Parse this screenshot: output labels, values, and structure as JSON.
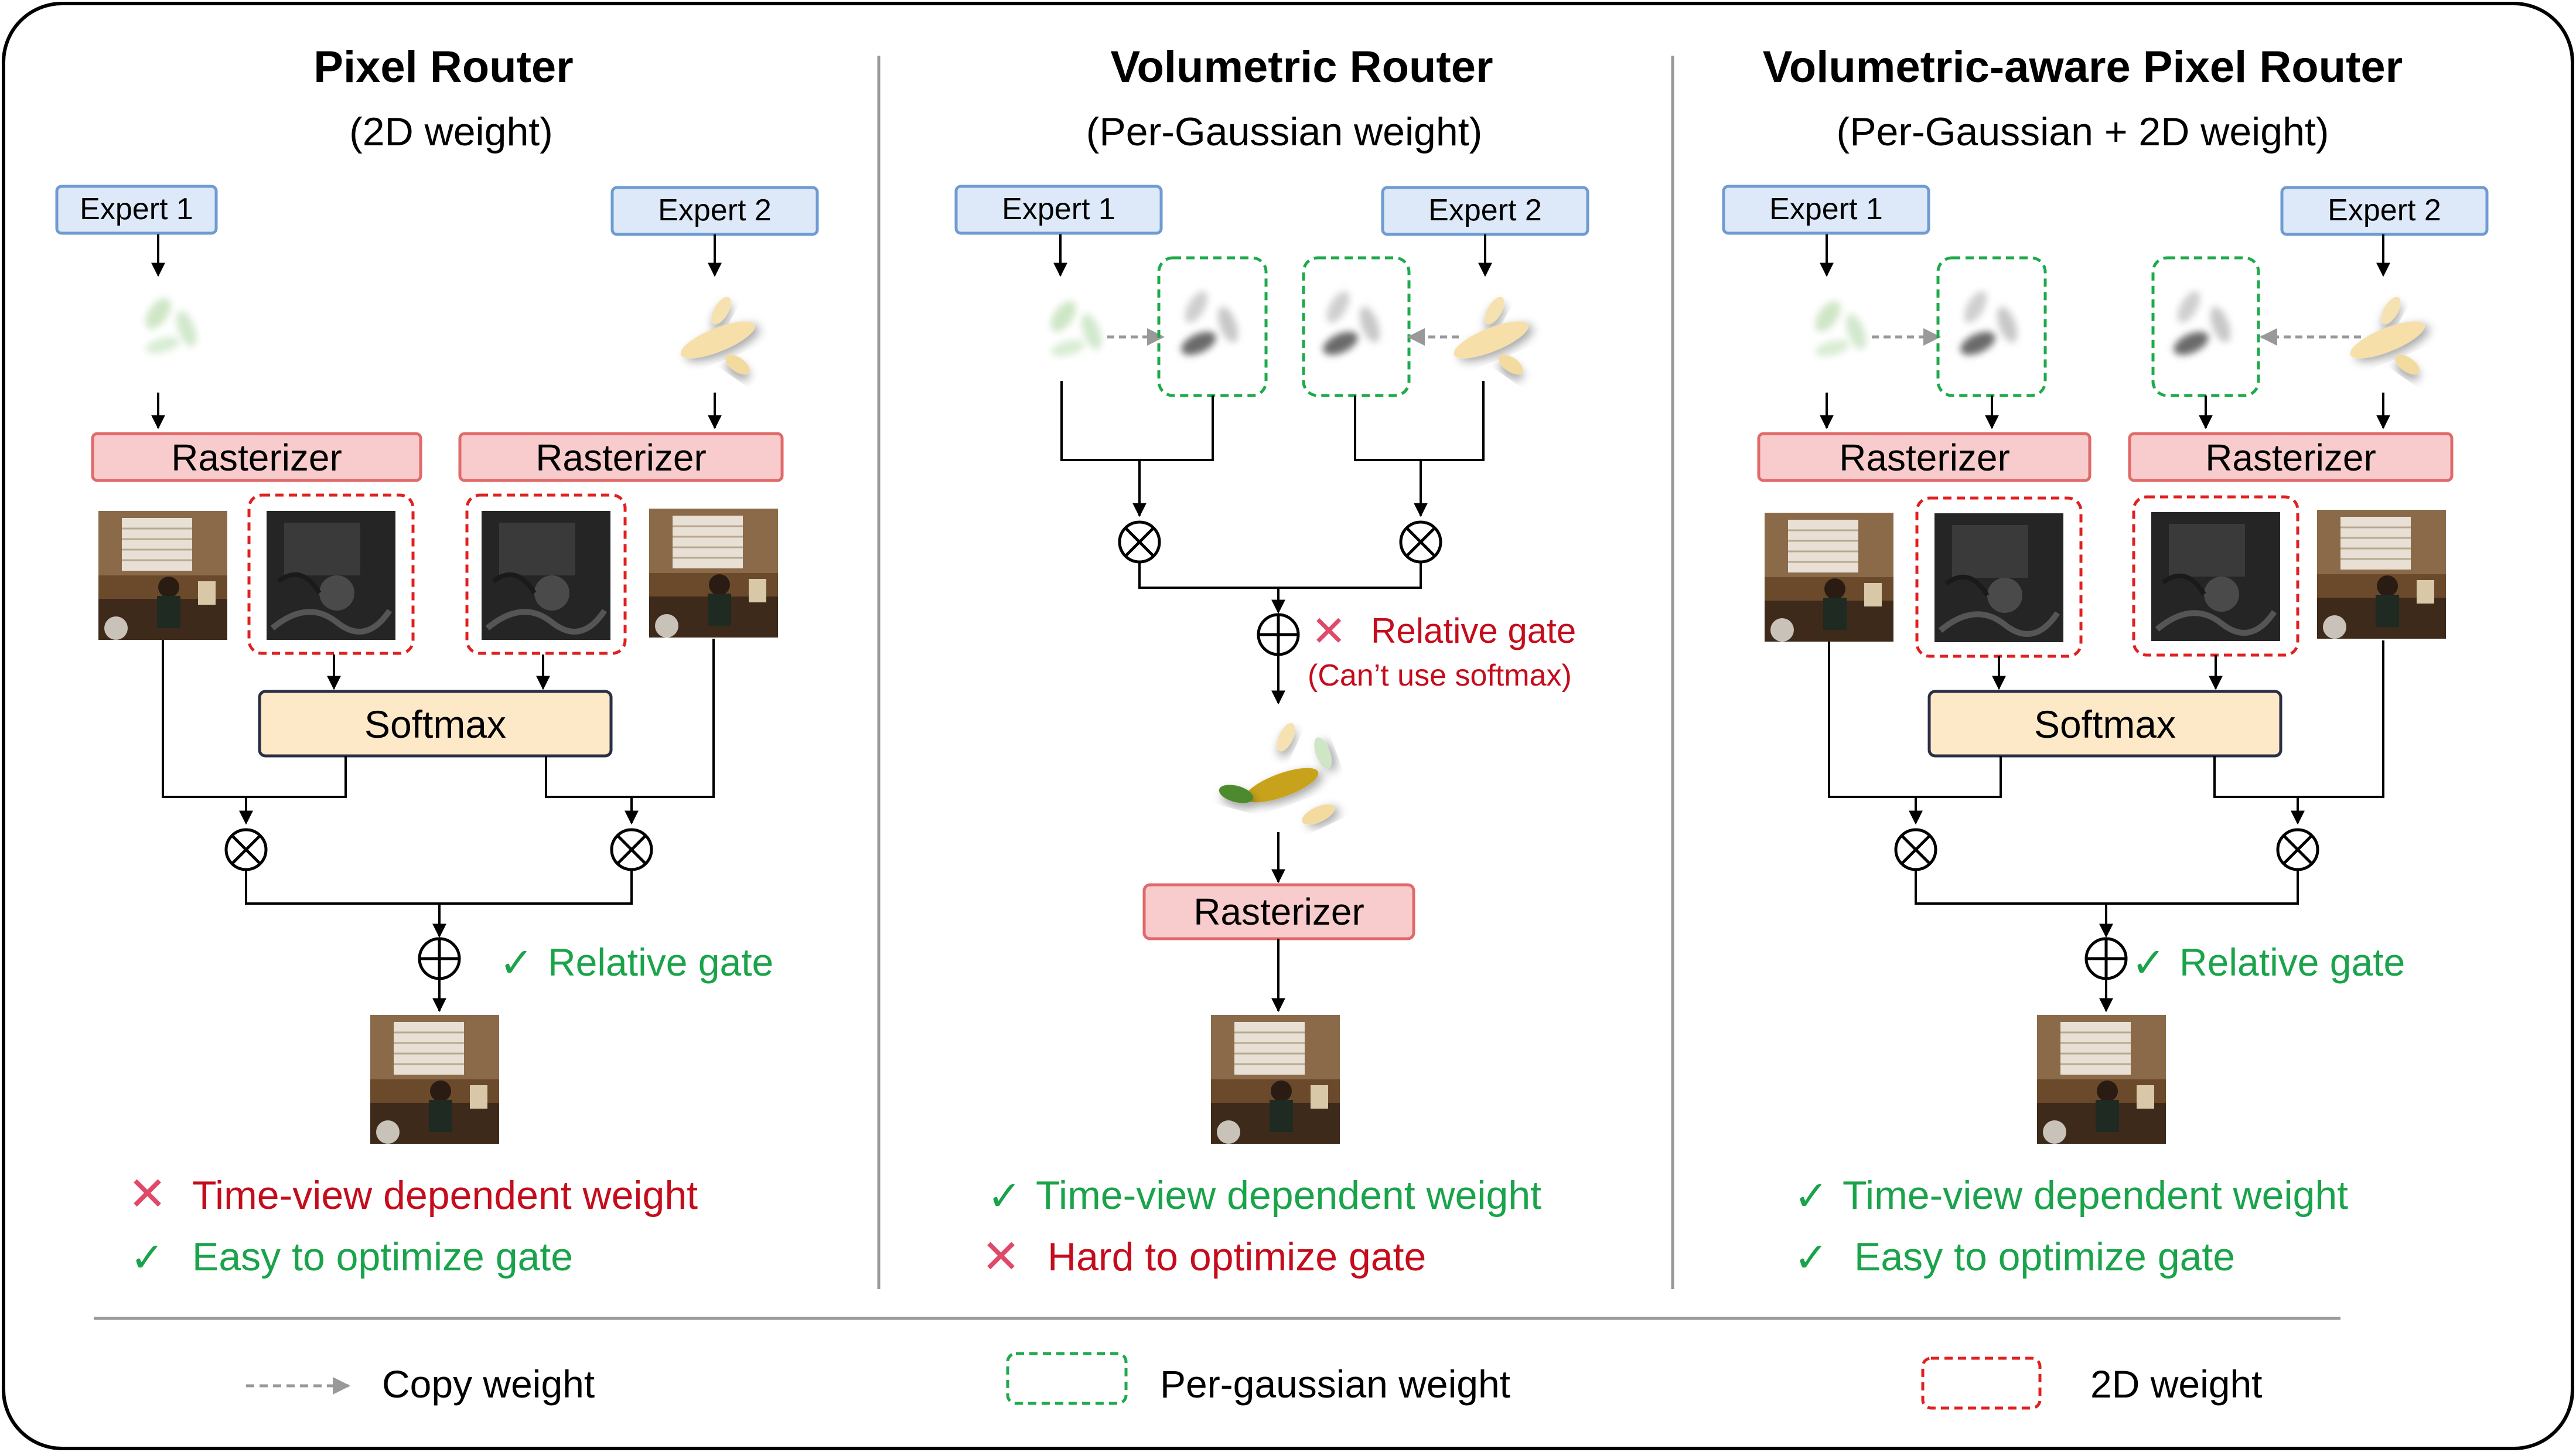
{
  "panels": [
    {
      "title": "Pixel Router",
      "subtitle": "(2D weight)",
      "expert1": "Expert 1",
      "expert2": "Expert 2",
      "rasterizer": "Rasterizer",
      "softmax": "Softmax",
      "gate_note": "Relative gate",
      "pros_cons": [
        {
          "mark": "cross",
          "text": "Time-view dependent weight"
        },
        {
          "mark": "check",
          "text": "Easy to optimize gate"
        }
      ]
    },
    {
      "title": "Volumetric Router",
      "subtitle": "(Per-Gaussian weight)",
      "expert1": "Expert 1",
      "expert2": "Expert 2",
      "rasterizer": "Rasterizer",
      "gate_note": "Relative gate",
      "gate_subnote": "(Can’t use softmax)",
      "pros_cons": [
        {
          "mark": "check",
          "text": "Time-view dependent weight"
        },
        {
          "mark": "cross",
          "text": "Hard to optimize gate"
        }
      ]
    },
    {
      "title": "Volumetric-aware Pixel Router",
      "subtitle": "(Per-Gaussian + 2D weight)",
      "expert1": "Expert 1",
      "expert2": "Expert 2",
      "rasterizer": "Rasterizer",
      "softmax": "Softmax",
      "gate_note": "Relative gate",
      "pros_cons": [
        {
          "mark": "check",
          "text": "Time-view dependent weight"
        },
        {
          "mark": "check",
          "text": "Easy to optimize gate"
        }
      ]
    }
  ],
  "legend": {
    "copy_weight": "Copy weight",
    "per_gaussian_weight": "Per-gaussian weight",
    "weight_2d": "2D weight"
  },
  "colors": {
    "expert_fill": "#dde9f8",
    "expert_stroke": "#6f9bd3",
    "rasterizer_fill": "#f8cccc",
    "rasterizer_stroke": "#e06a6a",
    "softmax_fill": "#fde8c8",
    "softmax_stroke": "#2a2f45",
    "positive": "#1aa34a",
    "negative": "#c40c1c",
    "cross_icon": "#e04a6a",
    "per_gaussian_border": "#1eaa4a",
    "weight_2d_border": "#e02020",
    "copy_arrow": "#999999"
  }
}
